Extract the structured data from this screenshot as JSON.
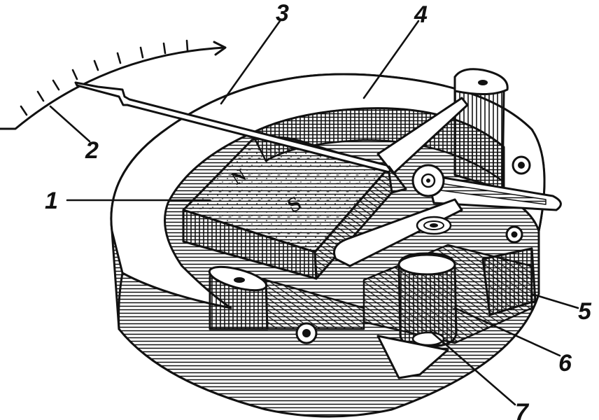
{
  "figure": {
    "callouts": [
      {
        "id": "1",
        "text": "1"
      },
      {
        "id": "2",
        "text": "2"
      },
      {
        "id": "3",
        "text": "3"
      },
      {
        "id": "4",
        "text": "4"
      },
      {
        "id": "5",
        "text": "5"
      },
      {
        "id": "6",
        "text": "6"
      },
      {
        "id": "7",
        "text": "7"
      }
    ],
    "magnet_poles": {
      "north": "N",
      "south": "S"
    }
  },
  "colors": {
    "ink": "#111111",
    "paper": "#ffffff",
    "shade": "#2a2a2a"
  }
}
